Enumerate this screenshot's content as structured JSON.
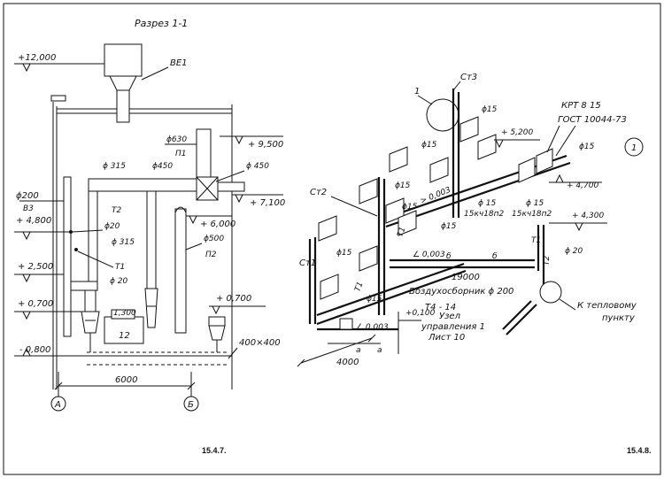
{
  "left_drawing": {
    "title": "Разрез 1-1",
    "caption": "15.4.7.",
    "labels": {
      "ve1": "ВЕ1",
      "p1": "П1",
      "p2": "П2",
      "v3": "В3",
      "t1": "Т1",
      "t2": "Т2",
      "box_num": "12"
    },
    "diameters": {
      "d630": "ϕ630",
      "d315_top": "ϕ 315",
      "d450_mid": "ϕ450",
      "d450_right": "ϕ 450",
      "d200": "ϕ200",
      "d20_a": "ϕ20",
      "d315_b": "ϕ 315",
      "d20_b": "ϕ 20",
      "d500": "ϕ500"
    },
    "elevations": {
      "e12000": "+12,000",
      "e9500": "+ 9,500",
      "e7100": "+ 7,100",
      "e6000": "+ 6,000",
      "e4800": "+ 4,800",
      "e2500": "+ 2,500",
      "e0700_l": "+ 0,700",
      "e0700_r": "+ 0,700",
      "e1300": "1,300",
      "e_0800": "- 0,800"
    },
    "dims": {
      "width": "6000",
      "duct": "400×400"
    },
    "axes": {
      "a": "А",
      "b": "Б"
    }
  },
  "right_drawing": {
    "caption": "15.4.8.",
    "circle_num": "1",
    "callout_1": "1",
    "labels": {
      "st1": "Ст1",
      "st2": "Ст2",
      "st3": "Ст3",
      "krt": "КРТ 8 15",
      "gost": "ГОСТ 10044-73",
      "air": "Воздухосборник ϕ 200",
      "t4": "Т4 - 14",
      "node1": "Узел",
      "node2": "управления 1",
      "sheet10": "Лист 10",
      "to_heat1": "К тепловому",
      "to_heat2": "пункту",
      "rad1": "15кч18п2",
      "rad2": "15кч18п2",
      "t1_a": "Т1",
      "t2_a": "Т2",
      "t1_b": "Т1",
      "t1_c": "Т1",
      "a1": "а",
      "a2": "а",
      "b1": "б",
      "b2": "б"
    },
    "diameters": {
      "d15_top": "ϕ15",
      "d15_st3": "ϕ15",
      "d15_krt": "ϕ15",
      "d15_mid": "ϕ15",
      "d15_r1": "ϕ 15",
      "d15_r2": "ϕ 15",
      "d15_c": "ϕ15",
      "d15_l": "ϕ15",
      "d15_b": "ϕ15",
      "d15_low": "ϕ15",
      "d20": "ϕ 20"
    },
    "elevations": {
      "e5200": "+ 5,200",
      "e4700": "+ 4,700",
      "e4300": "+ 4,300",
      "e0100": "+0,100"
    },
    "slopes": {
      "s1": "> 0,003",
      "s2": "∠ 0,003",
      "s3": "∠ 0,003"
    },
    "dims": {
      "d19000": "19000",
      "d4000": "4000"
    }
  }
}
